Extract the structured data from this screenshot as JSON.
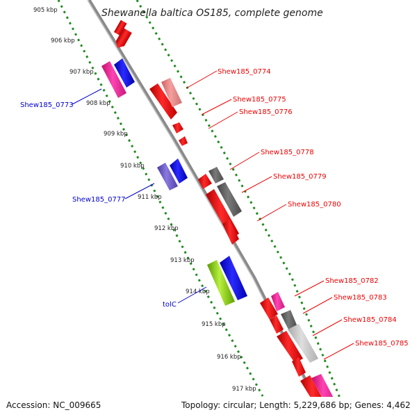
{
  "title": "Shewanella baltica OS185, complete genome",
  "footer": {
    "accession": "Accession: NC_009665",
    "summary": "Topology: circular; Length: 5,229,686 bp; Genes: 4,462"
  },
  "kbp_labels": [
    "905 kbp",
    "906 kbp",
    "907 kbp",
    "908 kbp",
    "909 kbp",
    "910 kbp",
    "911 kbp",
    "912 kbp",
    "913 kbp",
    "914 kbp",
    "915 kbp",
    "916 kbp",
    "917 kbp"
  ],
  "genes_forward": [
    {
      "label": "Shew185_0774",
      "color": "#ee0000"
    },
    {
      "label": "Shew185_0775",
      "color": "#ee0000"
    },
    {
      "label": "Shew185_0776",
      "color": "#ee0000"
    },
    {
      "label": "Shew185_0778",
      "color": "#ee0000"
    },
    {
      "label": "Shew185_0779",
      "color": "#ee0000"
    },
    {
      "label": "Shew185_0780",
      "color": "#ee0000"
    },
    {
      "label": "Shew185_0782",
      "color": "#ee0000"
    },
    {
      "label": "Shew185_0783",
      "color": "#ee0000"
    },
    {
      "label": "Shew185_0784",
      "color": "#ee0000"
    },
    {
      "label": "Shew185_0785",
      "color": "#ee0000"
    }
  ],
  "genes_reverse": [
    {
      "label": "Shew185_0773",
      "color": "#0000cc"
    },
    {
      "label": "Shew185_0777",
      "color": "#0000cc"
    },
    {
      "label": "tolC",
      "color": "#0000cc"
    }
  ],
  "colors": {
    "backbone": "#8a8a8a",
    "dotted_track": "#1f8a1f",
    "forward_cds": "#ee0000",
    "reverse_label": "#0000cc",
    "gray_feature": "#666666",
    "pink_feature": "#ee2299",
    "blue_feature": "#0000ee",
    "purple_feature": "#6a5acd",
    "green_feature": "#7ccd00"
  }
}
